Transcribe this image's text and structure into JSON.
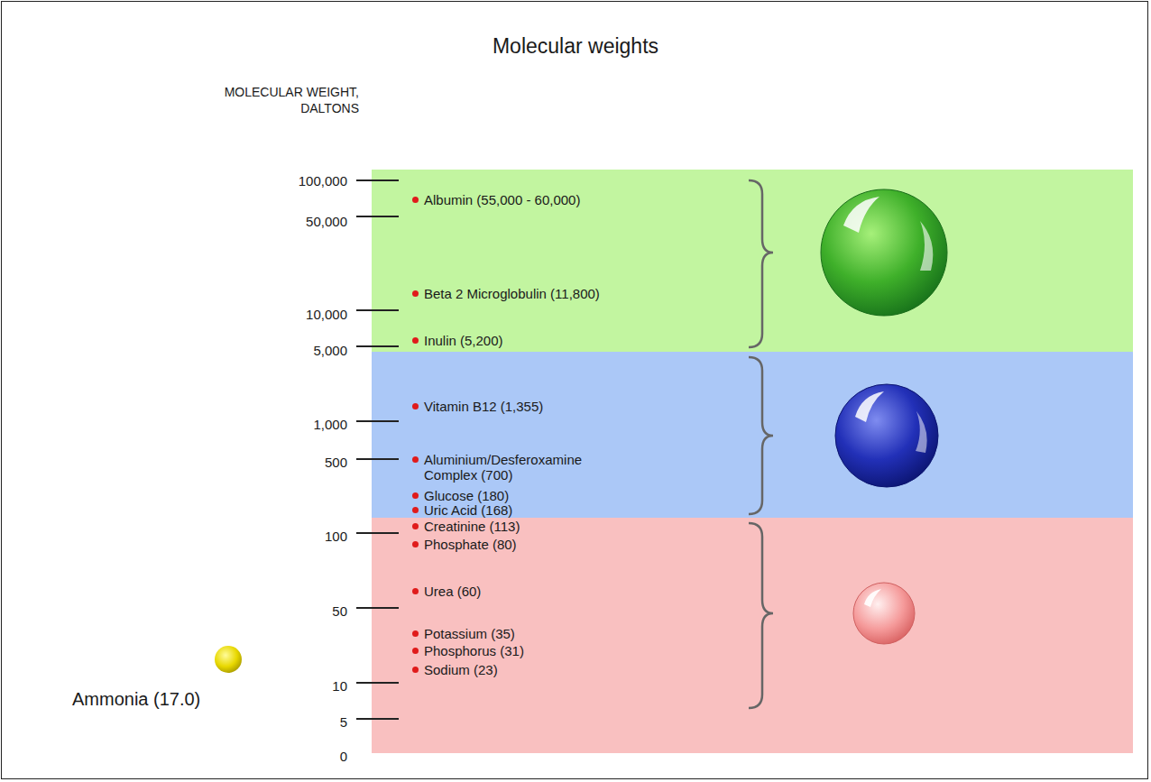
{
  "diagram": {
    "title": "Molecular weights",
    "nodes": [
      {
        "text": [
          "Albumin (55,000 - 60,000)",
          "Beta 2 Microglobulin (11,800)",
          "Inulin (5,200)"
        ]
      },
      {
        "text": [
          "Vitamin B12 (1,355)",
          "Aluminium/Desferoxamine Complex (700)",
          "Glucose (180)",
          "Uric Acid (168)"
        ]
      },
      {
        "text": [
          "Creatinine (113)",
          "Phosphate (80)",
          "Urea (60)",
          "Potassium (35)",
          "Phosphorus (31)",
          "Sodium (23)"
        ]
      }
    ],
    "labels": [
      "MOLECULAR WEIGHT, DALTONS",
      "100,000",
      "50,000",
      "10,000",
      "5,000",
      "1,000",
      "500",
      "100",
      "50",
      "10",
      "5",
      "0",
      "Ammonia (17.0)"
    ]
  }
}
